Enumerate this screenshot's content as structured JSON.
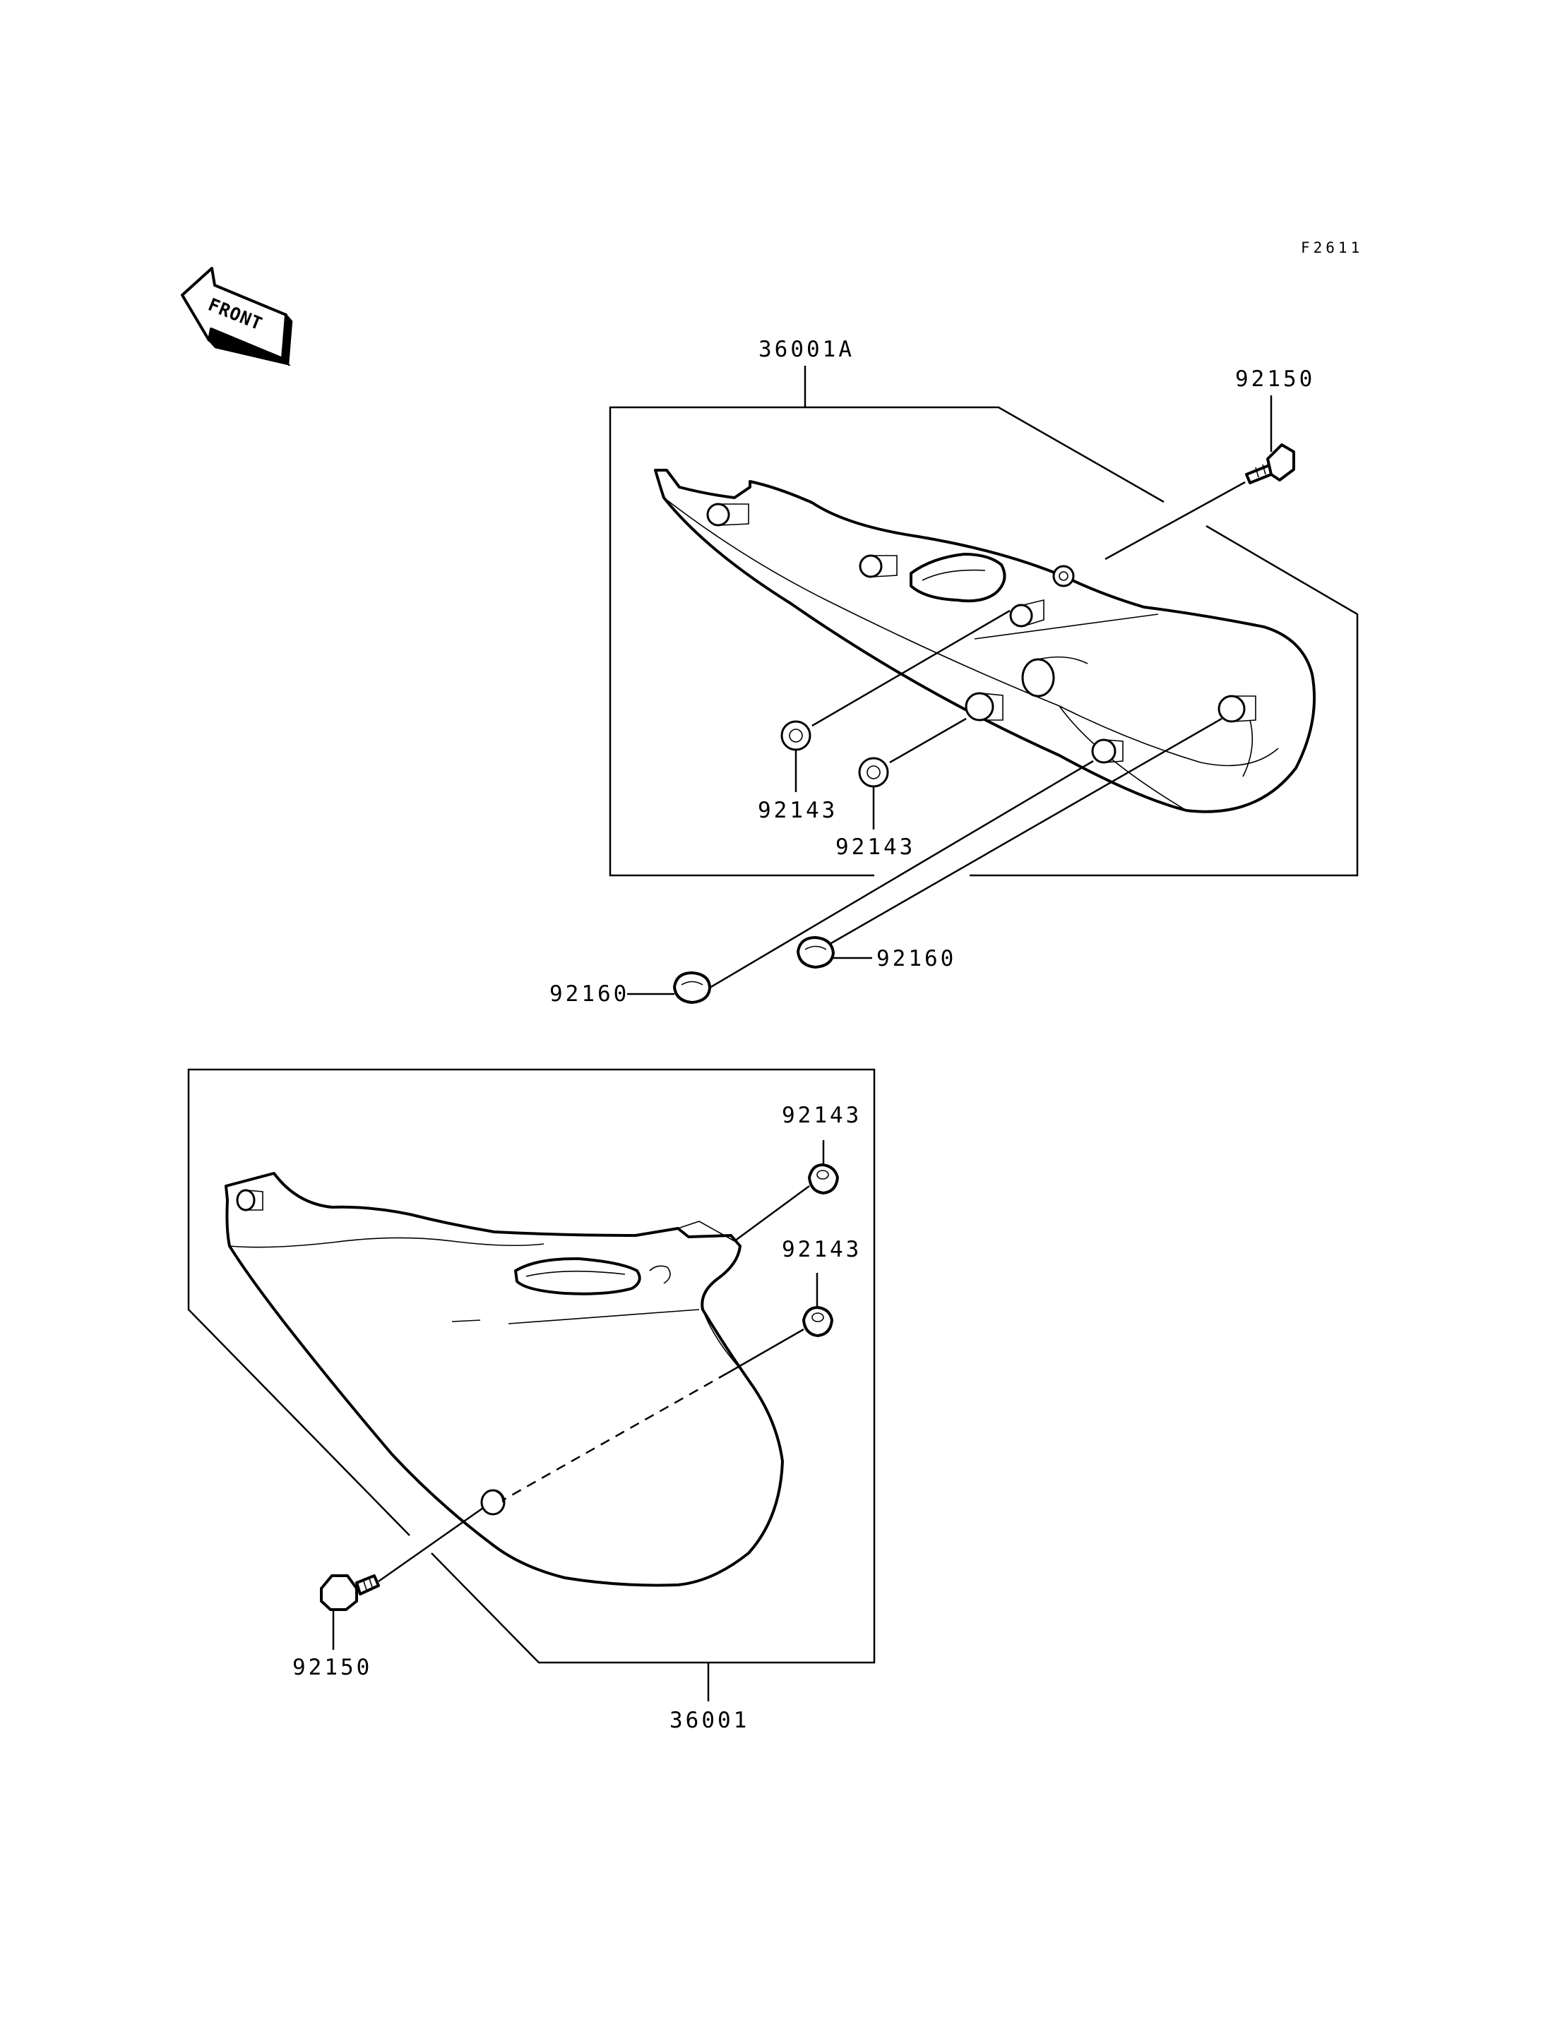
{
  "figure_code": "F2611",
  "front_arrow": {
    "text": "FRONT",
    "icon": "front-arrow-icon"
  },
  "callouts": {
    "upper_cover": "36001A",
    "upper_screw": "92150",
    "upper_collar_1": "92143",
    "upper_collar_2": "92143",
    "upper_grommet_1": "92160",
    "upper_grommet_2": "92160",
    "lower_collar_1": "92143",
    "lower_collar_2": "92143",
    "lower_screw": "92150",
    "lower_cover": "36001"
  }
}
